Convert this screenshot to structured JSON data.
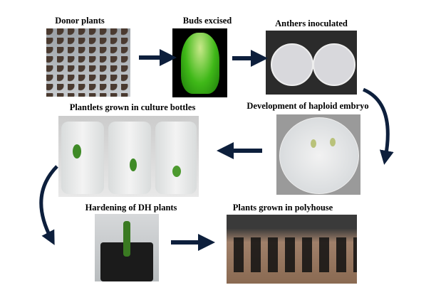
{
  "steps": [
    {
      "label": "Donor plants"
    },
    {
      "label": "Buds excised"
    },
    {
      "label": "Anthers inoculated"
    },
    {
      "label": "Development of haploid embryo"
    },
    {
      "label": "Plantlets  grown  in  culture  bottles"
    },
    {
      "label": "Hardening of  DH plants"
    },
    {
      "label": "Plants  grown  in  polyhouse"
    }
  ],
  "colors": {
    "arrow": "#0d1f3c"
  }
}
